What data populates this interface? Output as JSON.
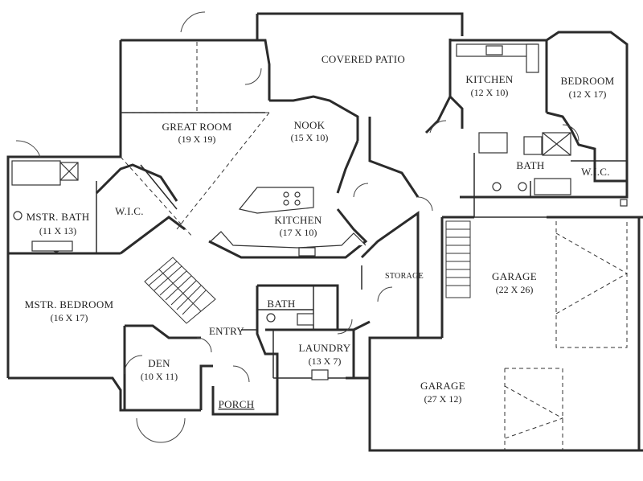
{
  "rooms": {
    "covered_patio": {
      "name": "COVERED PATIO",
      "dim": ""
    },
    "great_room": {
      "name": "GREAT ROOM",
      "dim": "(19 X 19)"
    },
    "nook": {
      "name": "NOOK",
      "dim": "(15 X 10)"
    },
    "kitchen_main": {
      "name": "KITCHEN",
      "dim": "(17 X 10)"
    },
    "kitchen_upper": {
      "name": "KITCHEN",
      "dim": "(12 X 10)"
    },
    "bedroom": {
      "name": "BEDROOM",
      "dim": "(12 X 17)"
    },
    "bath_upper": {
      "name": "BATH",
      "dim": ""
    },
    "wic_right": {
      "name": "W.I.C.",
      "dim": ""
    },
    "wic_left": {
      "name": "W.I.C.",
      "dim": ""
    },
    "mstr_bath": {
      "name": "MSTR. BATH",
      "dim": "(11 X 13)"
    },
    "mstr_bedroom": {
      "name": "MSTR. BEDROOM",
      "dim": "(16 X 17)"
    },
    "den": {
      "name": "DEN",
      "dim": "(10 X 11)"
    },
    "entry": {
      "name": "ENTRY",
      "dim": ""
    },
    "porch": {
      "name": "PORCH",
      "dim": ""
    },
    "bath_small": {
      "name": "BATH",
      "dim": ""
    },
    "laundry": {
      "name": "LAUNDRY",
      "dim": "(13 X 7)"
    },
    "storage": {
      "name": "STORAGE",
      "dim": ""
    },
    "garage_large": {
      "name": "GARAGE",
      "dim": "(22 X 26)"
    },
    "garage_small": {
      "name": "GARAGE",
      "dim": "(27 X 12)"
    }
  }
}
